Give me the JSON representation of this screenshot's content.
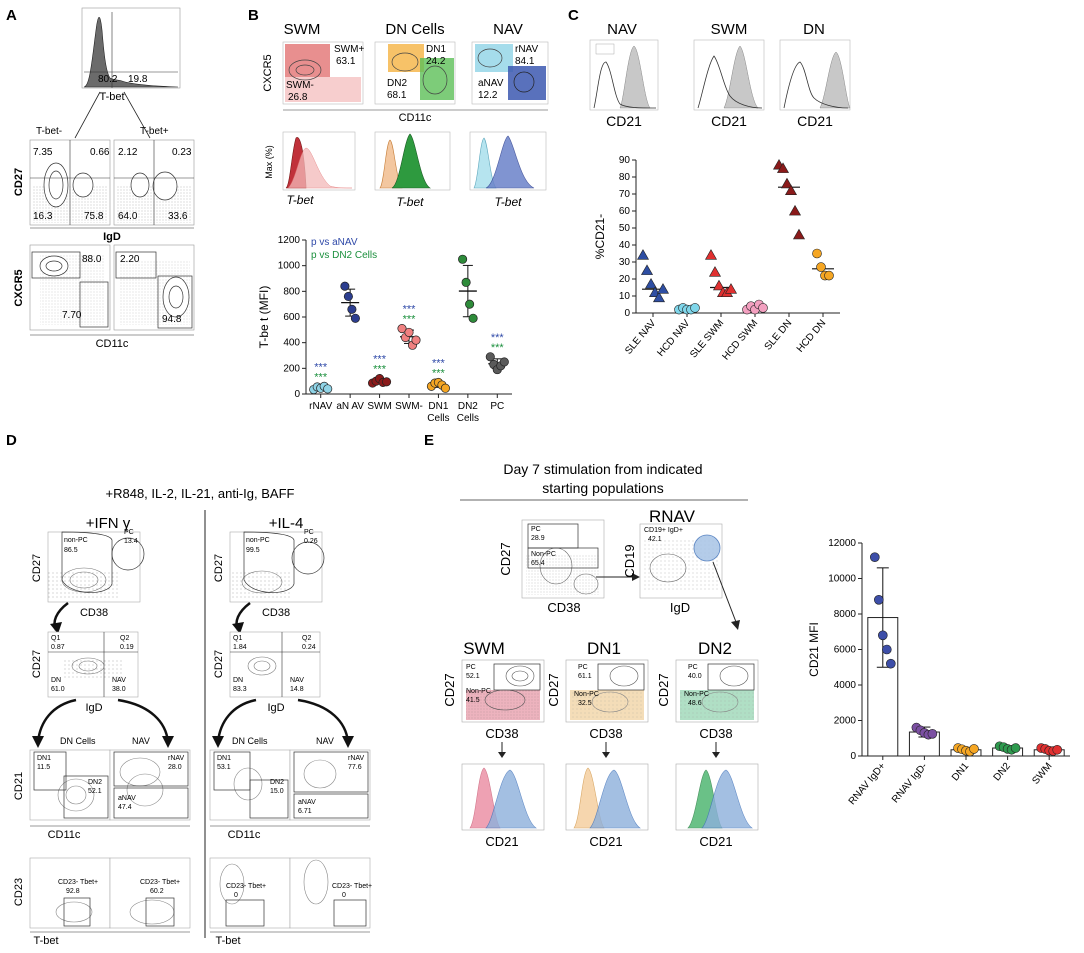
{
  "panel_letters": [
    "A",
    "B",
    "C",
    "D",
    "E"
  ],
  "panelA": {
    "hist_label": "T-bet",
    "hist_gate_values": [
      "80.2",
      "19.8"
    ],
    "group_labels": [
      "T-bet-",
      "T-bet+"
    ],
    "cd27_igd": {
      "y_label": "CD27",
      "x_label": "IgD",
      "left_quadrants": [
        "7.35",
        "0.66",
        "16.3",
        "75.8"
      ],
      "right_quadrants": [
        "2.12",
        "0.23",
        "64.0",
        "33.6"
      ]
    },
    "cxcr5_cd11c": {
      "y_label": "CXCR5",
      "x_label": "CD11c",
      "left": [
        "88.0",
        "7.70"
      ],
      "right": [
        "2.20",
        "94.8"
      ]
    }
  },
  "panelB": {
    "headers": [
      "SWM",
      "DN Cells",
      "NAV"
    ],
    "y_label": "CXCR5",
    "x_label": "CD11c",
    "gates": {
      "swm": [
        {
          "name": "SWM+",
          "value": "63.1"
        },
        {
          "name": "SWM-",
          "value": "26.8"
        }
      ],
      "dn": [
        {
          "name": "DN1",
          "value": "24.2"
        },
        {
          "name": "DN2",
          "value": "68.1"
        }
      ],
      "nav": [
        {
          "name": "rNAV",
          "value": "84.1"
        },
        {
          "name": "aNAV",
          "value": "12.2"
        }
      ]
    },
    "hist_y_label": "Max (%)",
    "hist_x_label": "T-bet",
    "legend": [
      "p vs aNAV",
      "p vs DN2 Cells"
    ],
    "sig_marker": "***",
    "colors": {
      "blue_sig": "#2f49a8",
      "green_sig": "#1a8f3c"
    }
  },
  "chart_data": [
    {
      "id": "B-dot",
      "type": "scatter",
      "ylabel": "T-be t (MFI)",
      "ylim": [
        0,
        1200
      ],
      "yticks": [
        0,
        200,
        400,
        600,
        800,
        1000,
        1200
      ],
      "categories": [
        "rNAV",
        "aN AV",
        "SWM",
        "SWM-",
        "DN1 Cells",
        "DN2 Cells",
        "PC"
      ],
      "category_lines": [
        [
          "rNAV"
        ],
        [
          "aN AV"
        ],
        [
          "SWM"
        ],
        [
          "SWM-"
        ],
        [
          "DN1",
          "Cells"
        ],
        [
          "DN2",
          "Cells"
        ],
        [
          "PC"
        ]
      ],
      "colors": [
        "#8fd3e6",
        "#2c3e8f",
        "#8b1a1a",
        "#f08080",
        "#f5a623",
        "#2e8b3a",
        "#5a5a5a"
      ],
      "points": [
        [
          35,
          55,
          45,
          60,
          40
        ],
        [
          840,
          760,
          660,
          590
        ],
        [
          85,
          100,
          120,
          90,
          95
        ],
        [
          510,
          440,
          480,
          380,
          420
        ],
        [
          60,
          85,
          90,
          70,
          45
        ],
        [
          1050,
          870,
          700,
          590
        ],
        [
          290,
          230,
          190,
          220,
          250
        ]
      ],
      "means": [
        47,
        712,
        98,
        446,
        70,
        802,
        236
      ],
      "sds": [
        10,
        105,
        14,
        52,
        18,
        200,
        38
      ],
      "sig_blue": [
        true,
        false,
        true,
        true,
        true,
        false,
        true
      ],
      "sig_green": [
        true,
        false,
        true,
        true,
        true,
        false,
        true
      ]
    },
    {
      "id": "C-dot",
      "type": "scatter",
      "ylabel": "%CD21-",
      "ylim": [
        0,
        90
      ],
      "yticks": [
        0,
        10,
        20,
        30,
        40,
        50,
        60,
        70,
        80,
        90
      ],
      "categories": [
        "SLE NAV",
        "HCD NAV",
        "SLE SWM",
        "HCD SWM",
        "SLE DN",
        "HCD DN"
      ],
      "markers": [
        "triangle",
        "circle",
        "triangle",
        "circle",
        "triangle",
        "circle"
      ],
      "colors": [
        "#2e4ea3",
        "#7fd6ea",
        "#e03030",
        "#f3a0c0",
        "#8b1a1a",
        "#f5a623"
      ],
      "points": [
        [
          34,
          25,
          17,
          12,
          9,
          14
        ],
        [
          2,
          3,
          2,
          2,
          3
        ],
        [
          34,
          24,
          16,
          12,
          12,
          14
        ],
        [
          2,
          4,
          2,
          5,
          3
        ],
        [
          87,
          85,
          76,
          72,
          60,
          46
        ],
        [
          35,
          27,
          22,
          22
        ]
      ],
      "medians": [
        14,
        3,
        15,
        3,
        74,
        26
      ]
    },
    {
      "id": "E-bar",
      "type": "bar",
      "ylabel": "CD21 MFI",
      "ylim": [
        0,
        12000
      ],
      "yticks": [
        0,
        2000,
        4000,
        6000,
        8000,
        10000,
        12000
      ],
      "categories": [
        "RNAV IgD+",
        "RNAV IgD-",
        "DN1",
        "DN2",
        "SWM"
      ],
      "values": [
        7800,
        1350,
        350,
        450,
        350
      ],
      "errors": [
        2800,
        280,
        0,
        0,
        0
      ],
      "colors": [
        "#3d4ea8",
        "#7b4fa2",
        "#f5a623",
        "#2e9a4e",
        "#e03030"
      ],
      "points": [
        [
          11200,
          8800,
          6800,
          6000,
          5200
        ],
        [
          1600,
          1450,
          1300,
          1200,
          1250
        ],
        [
          450,
          380,
          300,
          250,
          400
        ],
        [
          550,
          500,
          400,
          350,
          450
        ],
        [
          450,
          400,
          300,
          280,
          350
        ]
      ]
    }
  ],
  "panelC": {
    "headers": [
      "NAV",
      "SWM",
      "DN"
    ],
    "hist_x_label": "CD21"
  },
  "panelD": {
    "title": "+R848, IL-2, IL-21, anti-Ig, BAFF",
    "conditions": [
      "+IFN γ",
      "+IL-4"
    ],
    "cd27_cd38": {
      "y_label": "CD27",
      "x_label": "CD38",
      "left": {
        "nonpc_label": "non-PC",
        "nonpc_value": "86.5",
        "pc_label": "PC",
        "pc_value": "13.4"
      },
      "right": {
        "nonpc_label": "non-PC",
        "nonpc_value": "99.5",
        "pc_label": "PC",
        "pc_value": "0.26"
      }
    },
    "cd27_igd": {
      "y_label": "CD27",
      "x_label": "IgD",
      "left": {
        "q1": "0.87",
        "q2": "0.19",
        "dn": "61.0",
        "nav": "38.0"
      },
      "right": {
        "q1": "1.84",
        "q2": "0.24",
        "dn": "83.3",
        "nav": "14.8"
      },
      "q1_label": "Q1",
      "q2_label": "Q2",
      "dn_label": "DN",
      "nav_label": "NAV"
    },
    "branch_labels": [
      "DN Cells",
      "NAV"
    ],
    "cd21_cd11c": {
      "y_label": "CD21",
      "x_label": "CD11c",
      "left_dn": {
        "dn1": "11.5",
        "dn2": "52.1"
      },
      "left_nav": {
        "rnav": "28.0",
        "anav": "47.4"
      },
      "right_dn": {
        "dn1": "53.1",
        "dn2": "15.0"
      },
      "right_nav": {
        "rnav": "77.6",
        "anav": "6.71"
      },
      "names": {
        "dn1": "DN1",
        "dn2": "DN2",
        "rnav": "rNAV",
        "anav": "aNAV"
      }
    },
    "cd23_tbet": {
      "y_label": "CD23",
      "x_label": "T-bet",
      "gate_label": "CD23- Tbet+",
      "values": [
        "92.8",
        "60.2",
        "0",
        "0"
      ]
    }
  },
  "panelE": {
    "title_line1": "Day 7 stimulation from indicated",
    "title_line2": "starting populations",
    "rnav_title": "RNAV",
    "rnav_cd27_cd38": {
      "y_label": "CD27",
      "x_label": "CD38",
      "pc": "PC",
      "pc_value": "28.9",
      "nonpc": "Non-PC",
      "nonpc_value": "65.4"
    },
    "rnav_cd19_igd": {
      "y_label": "CD19",
      "x_label": "IgD",
      "gate": "CD19+ IgD+",
      "value": "42.1"
    },
    "pop_titles": [
      "SWM",
      "DN1",
      "DN2"
    ],
    "pops": [
      {
        "pc": "52.1",
        "nonpc": "41.5",
        "color": "#e8a0ae"
      },
      {
        "pc": "61.1",
        "nonpc": "32.5",
        "color": "#f3d9b0"
      },
      {
        "pc": "40.0",
        "nonpc": "48.6",
        "color": "#a7dcbf"
      }
    ],
    "pc_label": "PC",
    "nonpc_label": "Non-PC",
    "cd27_label": "CD27",
    "cd38_label": "CD38",
    "cd21_label": "CD21"
  }
}
